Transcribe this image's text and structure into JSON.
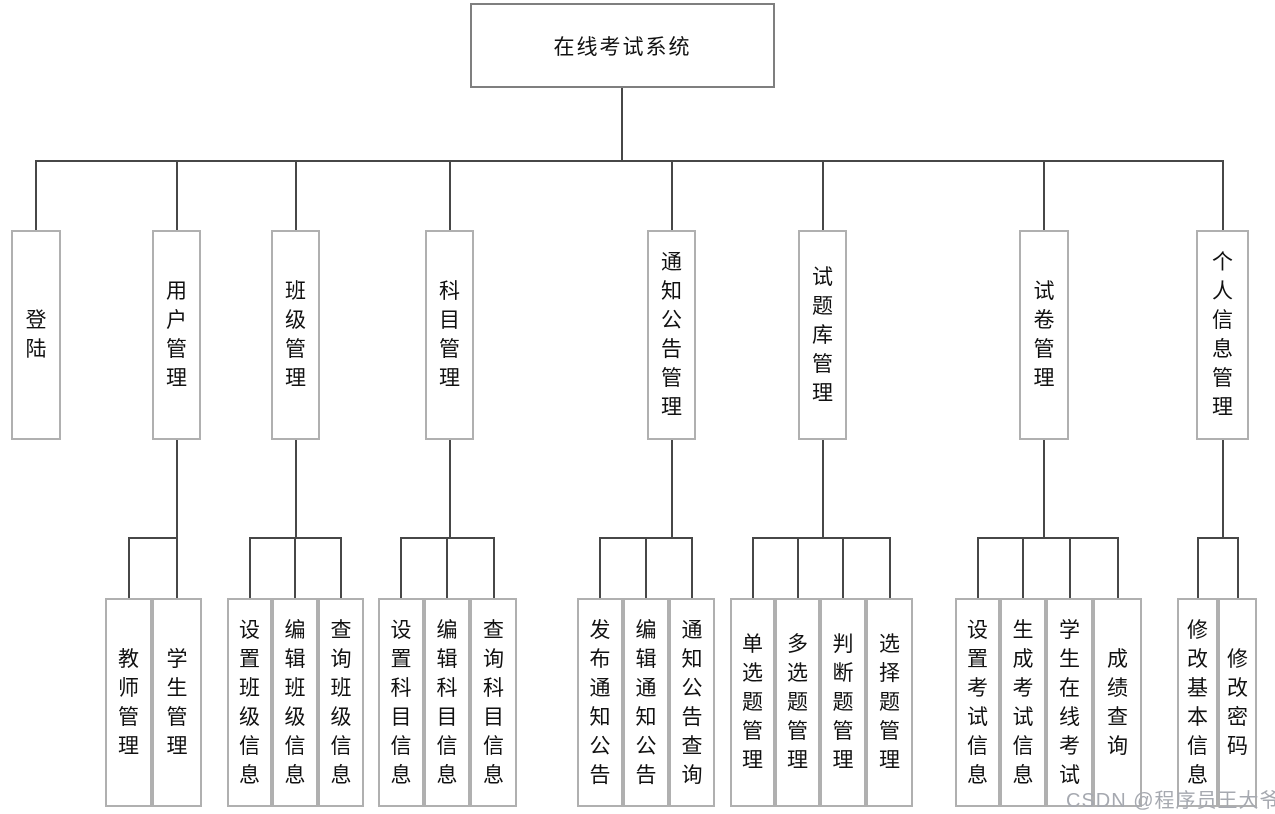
{
  "diagram_title": "在线考试系统",
  "watermark": "CSDN @程序员王大爷",
  "colors": {
    "background": "#ffffff",
    "connector": "#474747",
    "box_border": "#b0b0b0",
    "root_box_border": "#7f7f7f",
    "text": "#111111",
    "watermark_text": "#a6a9b0"
  },
  "tree": {
    "root": {
      "id": "online-exam-system",
      "label": "在线考试系统"
    },
    "branches": [
      {
        "id": "login",
        "label": "登陆",
        "children": []
      },
      {
        "id": "user-management",
        "label": "用户管理",
        "children": [
          {
            "id": "teacher-management",
            "label": "教师管理"
          },
          {
            "id": "student-management",
            "label": "学生管理"
          }
        ]
      },
      {
        "id": "class-management",
        "label": "班级管理",
        "children": [
          {
            "id": "set-class-info",
            "label": "设置班级信息"
          },
          {
            "id": "edit-class-info",
            "label": "编辑班级信息"
          },
          {
            "id": "query-class-info",
            "label": "查询班级信息"
          }
        ]
      },
      {
        "id": "subject-management",
        "label": "科目管理",
        "children": [
          {
            "id": "set-subject-info",
            "label": "设置科目信息"
          },
          {
            "id": "edit-subject-info",
            "label": "编辑科目信息"
          },
          {
            "id": "query-subject-info",
            "label": "查询科目信息"
          }
        ]
      },
      {
        "id": "notice-management",
        "label": "通知公告管理",
        "children": [
          {
            "id": "publish-notice",
            "label": "发布通知公告"
          },
          {
            "id": "edit-notice",
            "label": "编辑通知公告"
          },
          {
            "id": "query-notice",
            "label": "通知公告查询"
          }
        ]
      },
      {
        "id": "question-bank-management",
        "label": "试题库管理",
        "children": [
          {
            "id": "single-choice-management",
            "label": "单选题管理"
          },
          {
            "id": "multi-choice-management",
            "label": "多选题管理"
          },
          {
            "id": "true-false-management",
            "label": "判断题管理"
          },
          {
            "id": "choice-management",
            "label": "选择题管理"
          }
        ]
      },
      {
        "id": "exam-paper-management",
        "label": "试卷管理",
        "children": [
          {
            "id": "set-exam-info",
            "label": "设置考试信息"
          },
          {
            "id": "generate-exam-info",
            "label": "生成考试信息"
          },
          {
            "id": "student-online-exam",
            "label": "学生在线考试"
          },
          {
            "id": "score-query",
            "label": "成绩查询"
          }
        ]
      },
      {
        "id": "personal-info-management",
        "label": "个人信息管理",
        "children": [
          {
            "id": "edit-basic-info",
            "label": "修改基本信息"
          },
          {
            "id": "change-password",
            "label": "修改密码"
          }
        ]
      }
    ]
  }
}
